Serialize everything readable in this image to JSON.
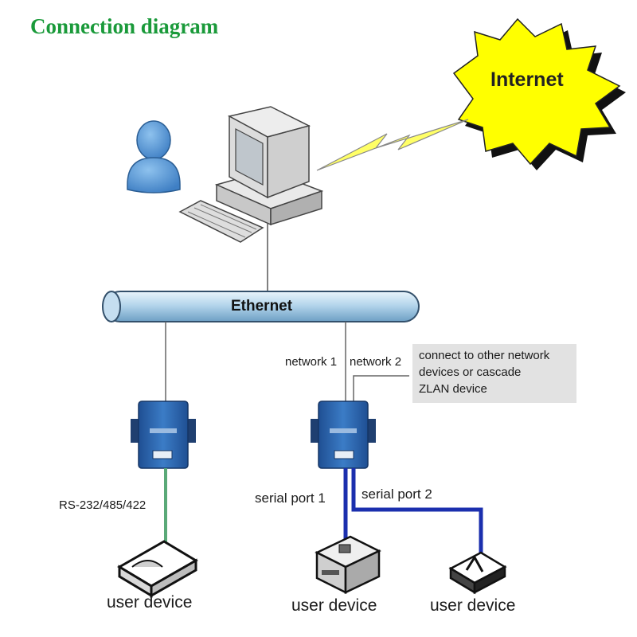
{
  "title": "Connection diagram",
  "nodes": {
    "internet": "Internet",
    "ethernet": "Ethernet"
  },
  "labels": {
    "network1": "network 1",
    "network2": "network 2",
    "note_line1": "connect to other network",
    "note_line2": "devices or cascade",
    "note_line3": "ZLAN device",
    "rs_protocols": "RS-232/485/422",
    "serial_port_1": "serial port 1",
    "serial_port_2": "serial port 2",
    "user_device_1": "user device",
    "user_device_2": "user device",
    "user_device_3": "user device"
  },
  "colors": {
    "title": "#1a9a3a",
    "burst": "#ffff00",
    "bolt": "#ffff66",
    "ethernet_bus": "#a9cde6",
    "serial_cable": "#1b2fae",
    "rs_cable": "#5aa978",
    "converter": "#2e67b0"
  }
}
